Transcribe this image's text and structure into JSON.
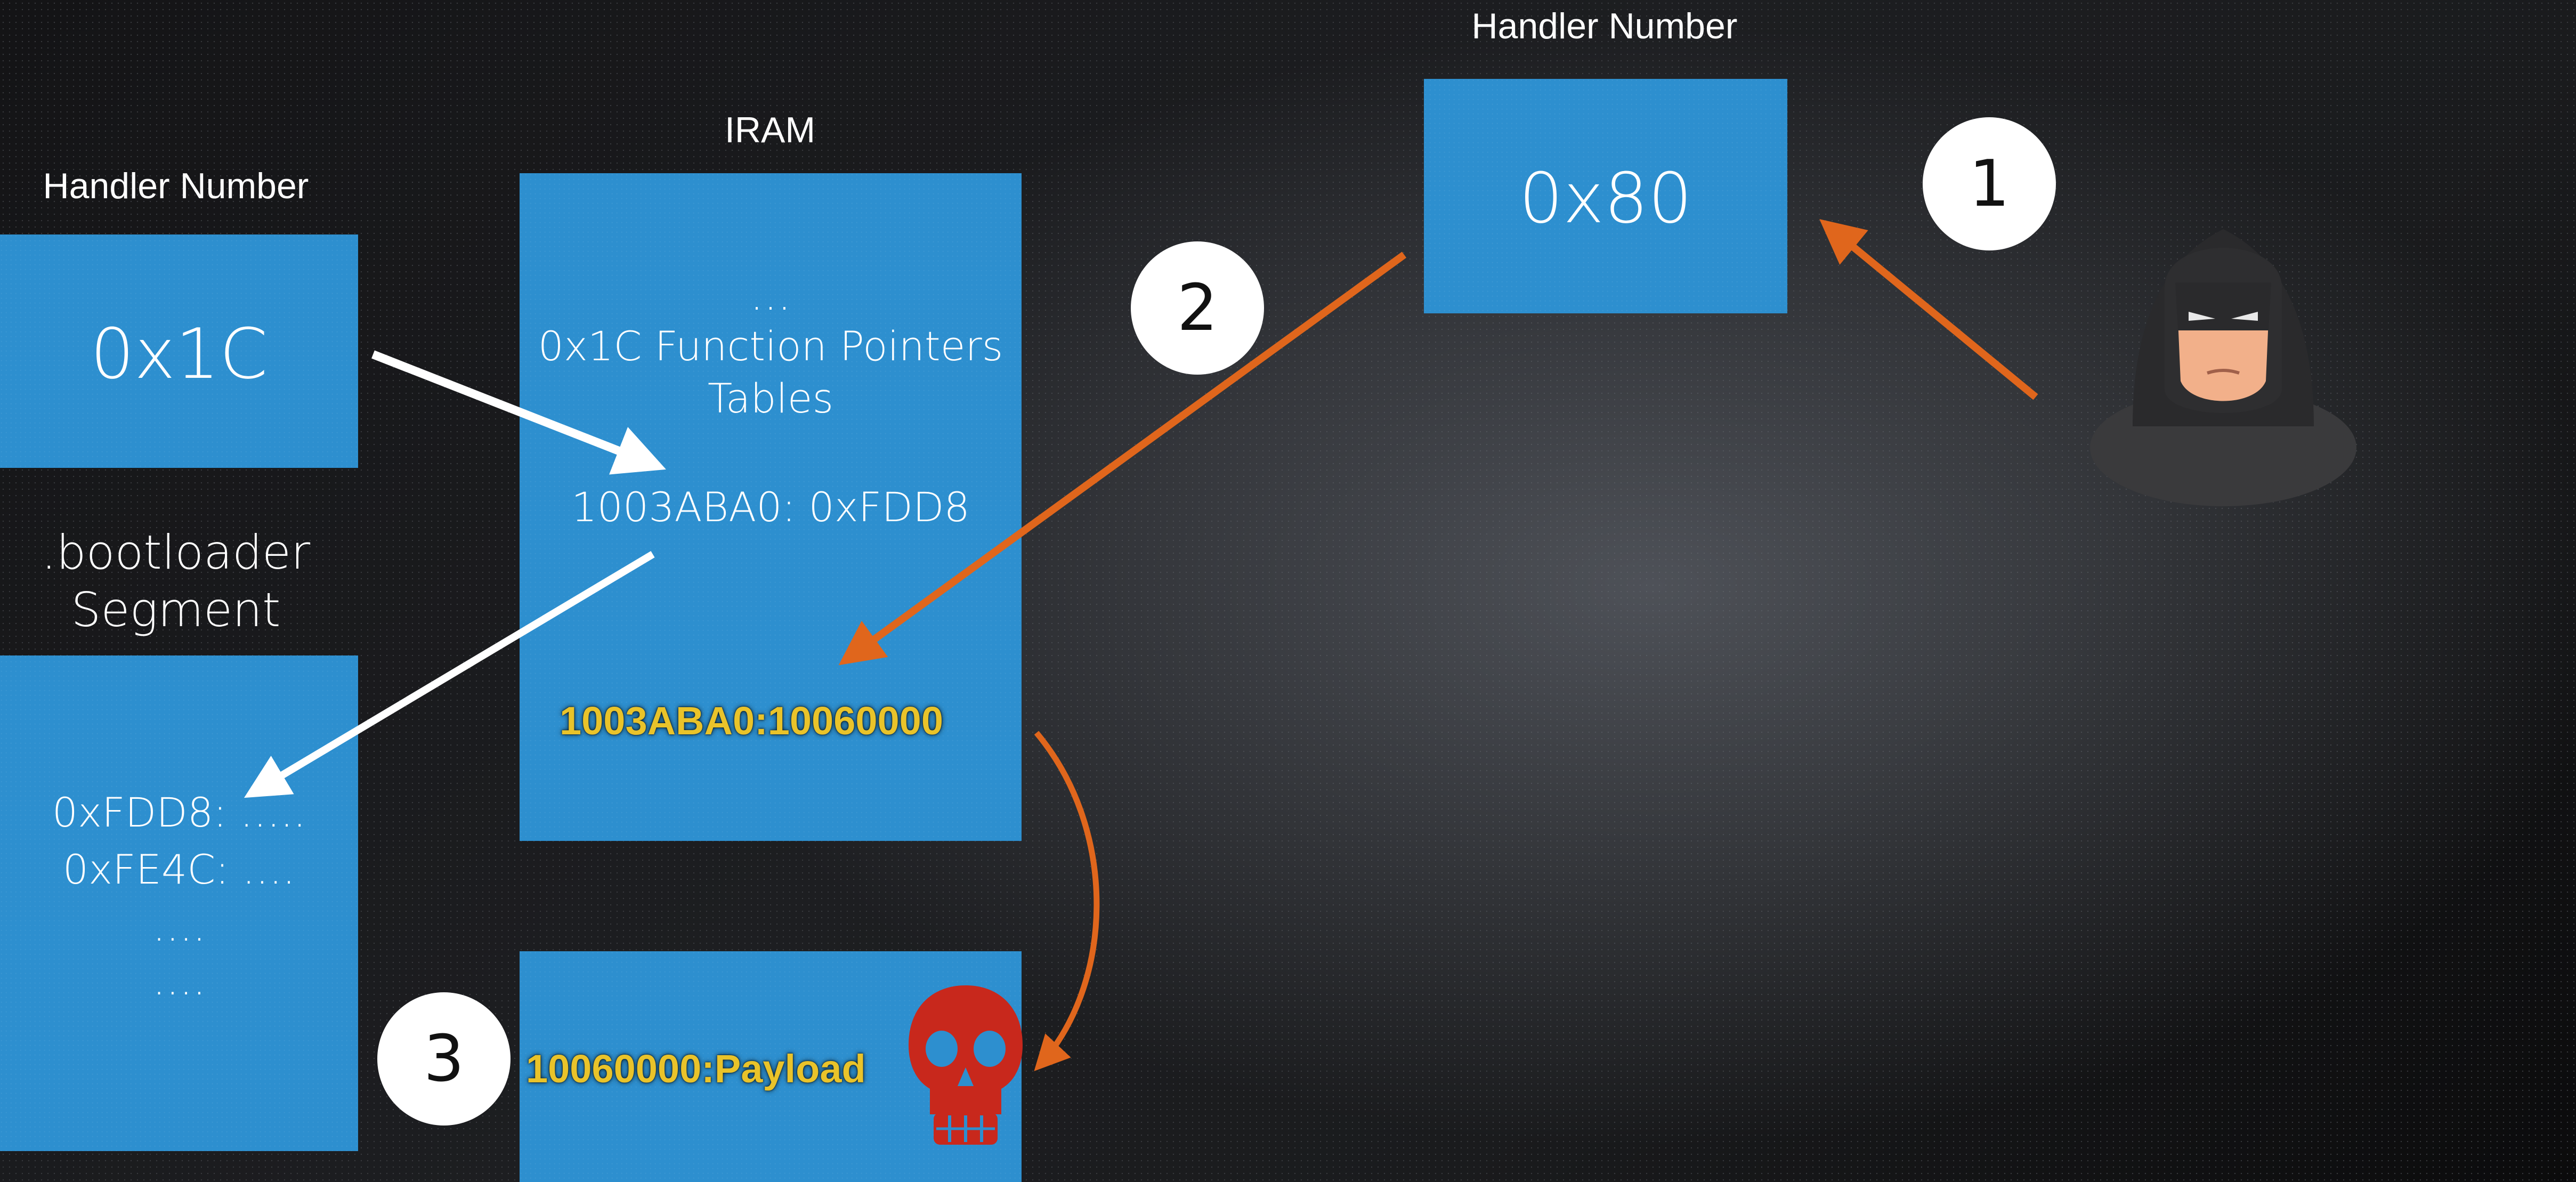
{
  "left_handler": {
    "header": "Handler Number",
    "value": "0x1C"
  },
  "bootloader": {
    "title_line1": ".bootloader",
    "title_line2": "Segment",
    "entries": [
      "0xFDD8: …..",
      "0xFE4C: ….",
      "….",
      "…."
    ]
  },
  "iram": {
    "header": "IRAM",
    "ellipsis": "…",
    "table_line1": "0x1C Function Pointers",
    "table_line2": "Tables",
    "entry": "1003ABA0: 0xFDD8",
    "overwritten_entry": "1003ABA0:10060000",
    "payload": "10060000:Payload"
  },
  "top_handler": {
    "header": "Handler Number",
    "value": "0x80"
  },
  "steps": [
    "1",
    "2",
    "3"
  ],
  "colors": {
    "box": "#2d8fcf",
    "arrow_white": "#ffffff",
    "arrow_orange": "#e0661c",
    "highlight_text": "#e9c32a",
    "skull": "#c8281c"
  },
  "icons": [
    "attacker-icon",
    "skull-icon"
  ]
}
